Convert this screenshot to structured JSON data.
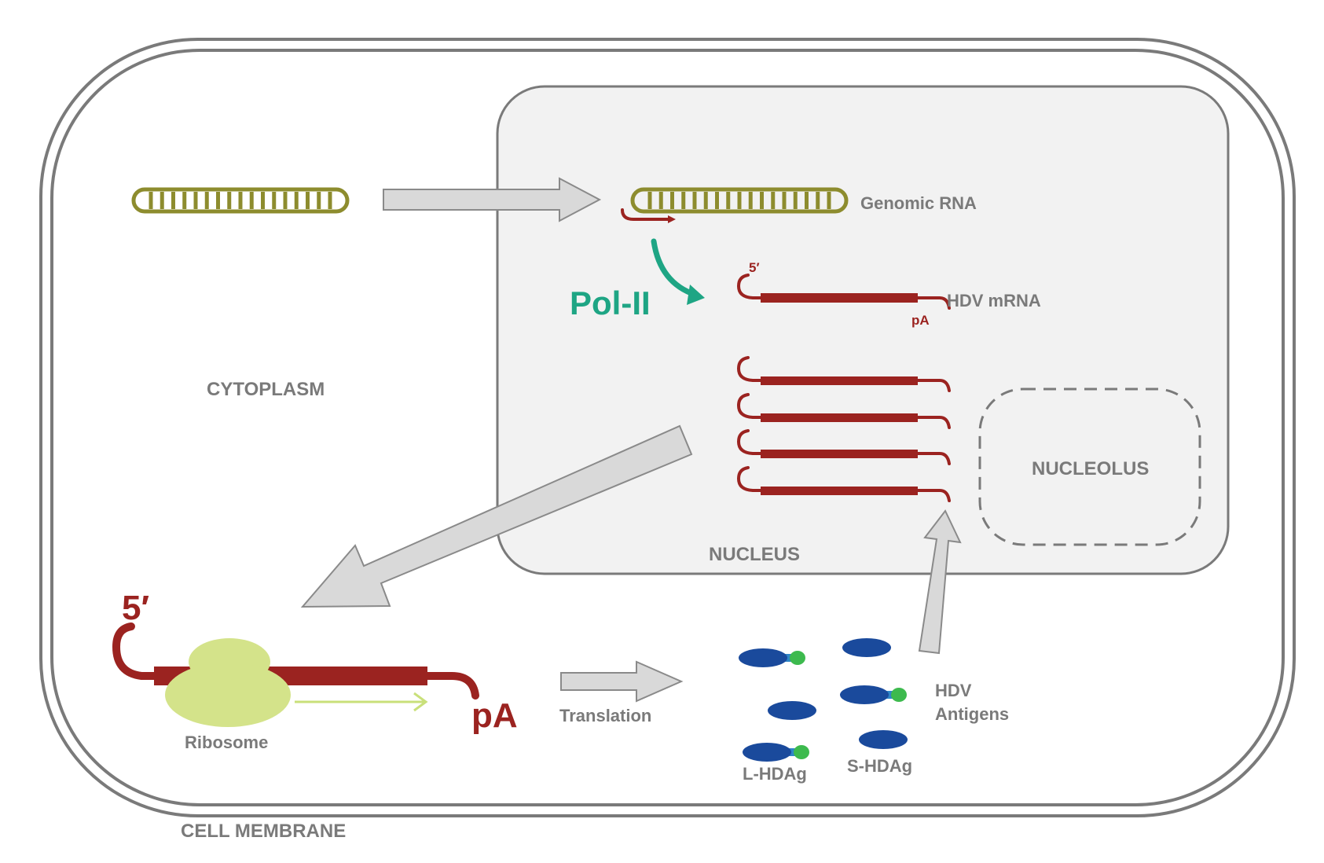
{
  "diagram": {
    "title": "HDV mRNA transcription and translation",
    "colors": {
      "membrane": "#7a7a7a",
      "nucleus_fill": "#f2f2f2",
      "nucleus_stroke": "#7a7a7a",
      "genomic_rna": "#8d8c2e",
      "mrna": "#9b2320",
      "pol_ii": "#1ea584",
      "ribosome": "#d4e38a",
      "translation_arrow": "#c9e07a",
      "antigen_body": "#1a4a9c",
      "antigen_linker": "#2f86c7",
      "antigen_tag": "#3dba4e",
      "label": "#7a7a7a",
      "flow_arrow_fill": "#d9d9d9"
    },
    "labels": {
      "cytoplasm": "CYTOPLASM",
      "nucleus": "NUCLEUS",
      "nucleolus": "NUCLEOLUS",
      "cell_membrane": "CELL MEMBRANE",
      "genomic_rna": "Genomic RNA",
      "pol_ii": "Pol-II",
      "hdv_mrna": "HDV mRNA",
      "five_prime_small": "5′",
      "poly_a_small": "pA",
      "five_prime_large": "5′",
      "poly_a_large": "pA",
      "ribosome": "Ribosome",
      "translation": "Translation",
      "hdv_antigens_line1": "HDV",
      "hdv_antigens_line2": "Antigens",
      "l_hdag": "L-HDAg",
      "s_hdag": "S-HDAg"
    },
    "genomic_rna_rungs": 17,
    "mrna_copies": 4,
    "antigens": [
      {
        "type": "L-HDAg"
      },
      {
        "type": "S-HDAg"
      },
      {
        "type": "L-HDAg"
      },
      {
        "type": "S-HDAg"
      },
      {
        "type": "S-HDAg"
      },
      {
        "type": "L-HDAg"
      }
    ]
  }
}
